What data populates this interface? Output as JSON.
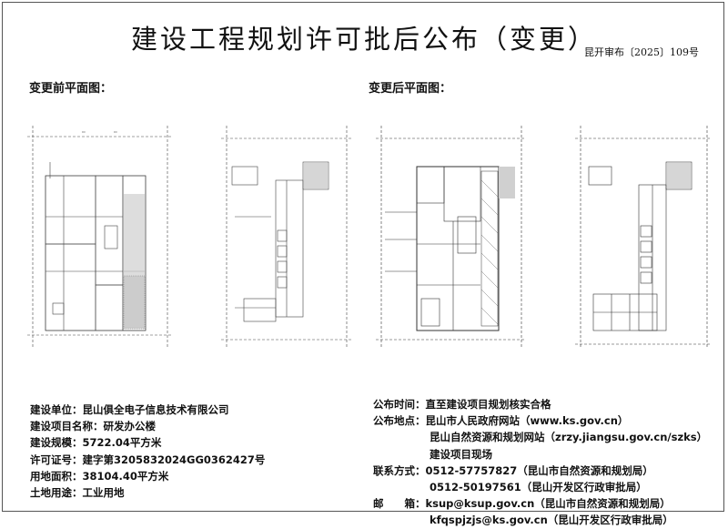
{
  "title": "建设工程规划许可批后公布（变更）",
  "doc_number": "昆开审布〔2025〕109号",
  "before_heading": "变更前平面图：",
  "after_heading": "变更后平面图：",
  "project": {
    "unit_label": "建设单位：",
    "unit_value": "昆山俱全电子信息技术有限公司",
    "name_label": "建设项目名称：",
    "name_value": "研发办公楼",
    "scale_label": "建设规模：",
    "scale_value": "5722.04平方米",
    "permit_label": "许可证号：",
    "permit_value": "建字第3205832024GG0362427号",
    "land_area_label": "用地面积：",
    "land_area_value": "38104.40平方米",
    "land_use_label": "土地用途：",
    "land_use_value": "工业用地"
  },
  "publication": {
    "time_label": "公布时间：",
    "time_value": "直至建设项目规划核实合格",
    "place_label": "公布地点：",
    "place_1": "昆山市人民政府网站（www.ks.gov.cn）",
    "place_2": "昆山自然资源和规划网站（zrzy.jiangsu.gov.cn/szks）",
    "place_3": "建设项目现场",
    "contact_label": "联系方式：",
    "contact_1": "0512-57757827（昆山市自然资源和规划局）",
    "contact_2": "0512-50197561（昆山开发区行政审批局）",
    "email_label": "邮　　箱：",
    "email_1": "ksup@ksup.gov.cn（昆山市自然资源和规划局）",
    "email_2": "kfqspjzjs@ks.gov.cn（昆山开发区行政审批局）"
  }
}
